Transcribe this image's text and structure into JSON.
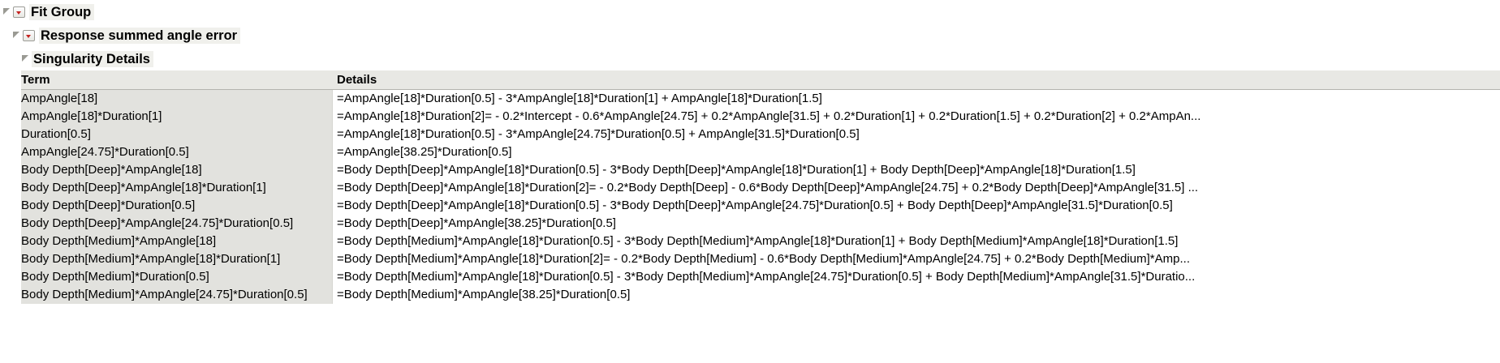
{
  "outline": {
    "level1_title": "Fit Group",
    "level2_title": "Response summed angle error",
    "level3_title": "Singularity Details"
  },
  "table": {
    "headers": {
      "term": "Term",
      "details": "Details"
    },
    "rows": [
      {
        "term": "AmpAngle[18]",
        "details": "=AmpAngle[18]*Duration[0.5] - 3*AmpAngle[18]*Duration[1] + AmpAngle[18]*Duration[1.5]"
      },
      {
        "term": "AmpAngle[18]*Duration[1]",
        "details": "=AmpAngle[18]*Duration[2]= - 0.2*Intercept - 0.6*AmpAngle[24.75] + 0.2*AmpAngle[31.5] + 0.2*Duration[1] + 0.2*Duration[1.5] + 0.2*Duration[2] + 0.2*AmpAn..."
      },
      {
        "term": "Duration[0.5]",
        "details": "=AmpAngle[18]*Duration[0.5] - 3*AmpAngle[24.75]*Duration[0.5] + AmpAngle[31.5]*Duration[0.5]"
      },
      {
        "term": "AmpAngle[24.75]*Duration[0.5]",
        "details": "=AmpAngle[38.25]*Duration[0.5]"
      },
      {
        "term": "Body Depth[Deep]*AmpAngle[18]",
        "details": "=Body Depth[Deep]*AmpAngle[18]*Duration[0.5] - 3*Body Depth[Deep]*AmpAngle[18]*Duration[1] + Body Depth[Deep]*AmpAngle[18]*Duration[1.5]"
      },
      {
        "term": "Body Depth[Deep]*AmpAngle[18]*Duration[1]",
        "details": "=Body Depth[Deep]*AmpAngle[18]*Duration[2]= - 0.2*Body Depth[Deep] - 0.6*Body Depth[Deep]*AmpAngle[24.75] + 0.2*Body Depth[Deep]*AmpAngle[31.5] ..."
      },
      {
        "term": "Body Depth[Deep]*Duration[0.5]",
        "details": "=Body Depth[Deep]*AmpAngle[18]*Duration[0.5] - 3*Body Depth[Deep]*AmpAngle[24.75]*Duration[0.5] + Body Depth[Deep]*AmpAngle[31.5]*Duration[0.5]"
      },
      {
        "term": "Body Depth[Deep]*AmpAngle[24.75]*Duration[0.5]",
        "details": "=Body Depth[Deep]*AmpAngle[38.25]*Duration[0.5]"
      },
      {
        "term": "Body Depth[Medium]*AmpAngle[18]",
        "details": "=Body Depth[Medium]*AmpAngle[18]*Duration[0.5] - 3*Body Depth[Medium]*AmpAngle[18]*Duration[1] + Body Depth[Medium]*AmpAngle[18]*Duration[1.5]"
      },
      {
        "term": "Body Depth[Medium]*AmpAngle[18]*Duration[1]",
        "details": "=Body Depth[Medium]*AmpAngle[18]*Duration[2]= - 0.2*Body Depth[Medium] - 0.6*Body Depth[Medium]*AmpAngle[24.75] + 0.2*Body Depth[Medium]*Amp..."
      },
      {
        "term": "Body Depth[Medium]*Duration[0.5]",
        "details": "=Body Depth[Medium]*AmpAngle[18]*Duration[0.5] - 3*Body Depth[Medium]*AmpAngle[24.75]*Duration[0.5] + Body Depth[Medium]*AmpAngle[31.5]*Duratio..."
      },
      {
        "term": "Body Depth[Medium]*AmpAngle[24.75]*Duration[0.5]",
        "details": "=Body Depth[Medium]*AmpAngle[38.25]*Duration[0.5]"
      }
    ]
  },
  "icons": {
    "disclosure_open": "disclosure-triangle-red",
    "tree_expander": "tree-expander-triangle"
  },
  "colors": {
    "disclosure_red": "#c4221f",
    "term_column_bg": "#e2e2de",
    "header_bg": "#e8e8e4",
    "page_bg": "#ffffff"
  }
}
